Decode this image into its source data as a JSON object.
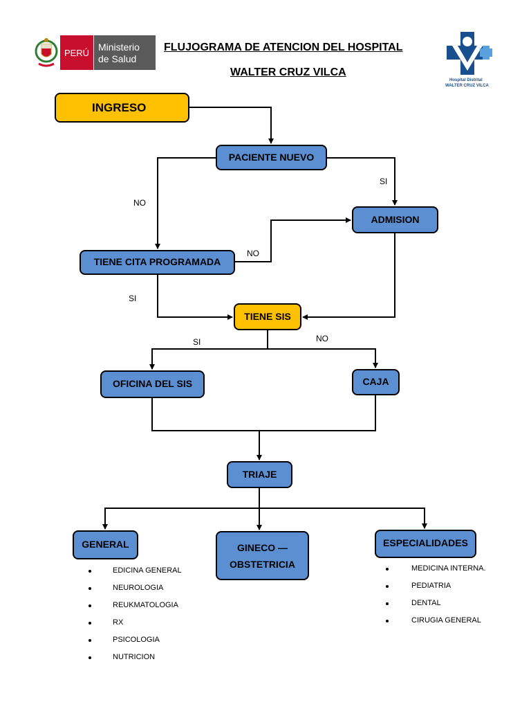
{
  "header": {
    "title_line1": "FLUJOGRAMA DE ATENCION DEL HOSPITAL",
    "title_line2": "WALTER CRUZ VILCA",
    "minsa_peru": "PERÚ",
    "minsa_name_line1": "Ministerio",
    "minsa_name_line2": "de Salud",
    "hospital_logo_line1": "Hospital Distrital",
    "hospital_logo_line2": "WALTER CRUZ VILCA"
  },
  "nodes": {
    "ingreso": "INGRESO",
    "paciente_nuevo": "PACIENTE NUEVO",
    "admision": "ADMISION",
    "tiene_cita": "TIENE CITA PROGRAMADA",
    "tiene_sis": "TIENE SIS",
    "oficina_sis": "OFICINA DEL SIS",
    "caja": "CAJA",
    "triaje": "TRIAJE",
    "general": "GENERAL",
    "gineco_line1": "GINECO —",
    "gineco_line2": "OBSTETRICIA",
    "especialidades": "ESPECIALIDADES"
  },
  "edge_labels": {
    "pn_no": "NO",
    "pn_si": "SI",
    "cita_no": "NO",
    "cita_si": "SI",
    "sis_si": "SI",
    "sis_no": "NO"
  },
  "general_items": [
    "EDICINA GENERAL",
    "NEUROLOGIA",
    "REUKMATOLOGIA",
    "RX",
    "PSICOLOGIA",
    "NUTRICION"
  ],
  "especialidades_items": [
    "MEDICINA INTERNA.",
    "PEDIATRIA",
    "DENTAL",
    "CIRUGIA GENERAL"
  ],
  "colors": {
    "box_blue": "#5b8fd2",
    "box_yellow": "#ffc000",
    "minsa_red": "#c8102e",
    "minsa_gray": "#5a5a5a",
    "logo_blue": "#1a4f8f"
  }
}
